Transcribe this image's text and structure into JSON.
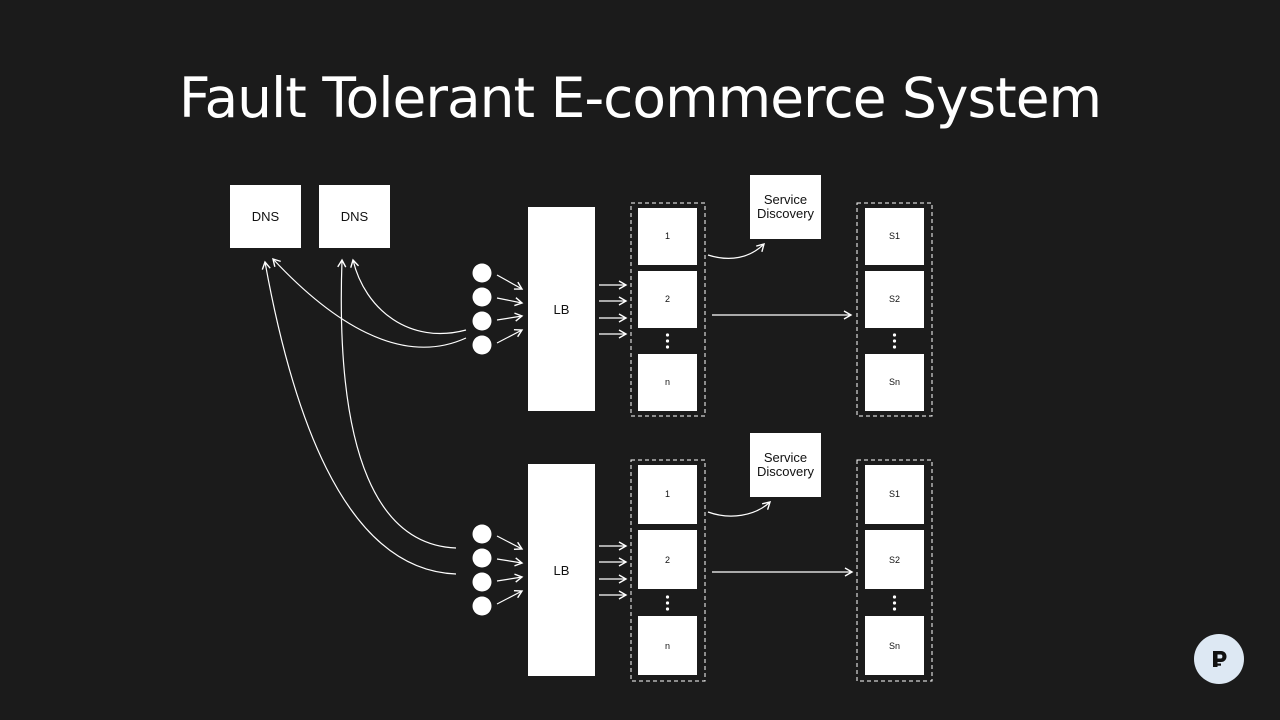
{
  "title": "Fault Tolerant E-commerce System",
  "dns": [
    "DNS",
    "DNS"
  ],
  "clusters": [
    {
      "lb_label": "LB",
      "service_discovery": [
        "Service",
        "Discovery"
      ],
      "app_nodes": [
        "1",
        "2",
        "n"
      ],
      "service_nodes": [
        "S1",
        "S2",
        "Sn"
      ]
    },
    {
      "lb_label": "LB",
      "service_discovery": [
        "Service",
        "Discovery"
      ],
      "app_nodes": [
        "1",
        "2",
        "n"
      ],
      "service_nodes": [
        "S1",
        "S2",
        "Sn"
      ]
    }
  ],
  "colors": {
    "background": "#1b1b1b",
    "foreground": "#ffffff",
    "logo_bg": "#dde8f3",
    "logo_fg": "#111111"
  },
  "logo": {
    "icon": "brand-logo-icon"
  }
}
